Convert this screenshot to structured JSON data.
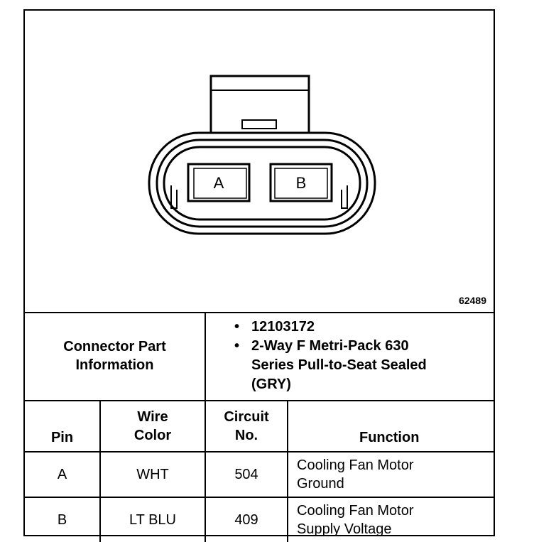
{
  "figure_number": "62489",
  "connector": {
    "pin_labels": [
      "A",
      "B"
    ]
  },
  "part_info": {
    "label": "Connector Part Information",
    "items": [
      "12103172",
      "2-Way F Metri-Pack 630 Series Pull-to-Seat Sealed (GRY)"
    ]
  },
  "table": {
    "headers": {
      "pin": "Pin",
      "wire_color": "Wire Color",
      "circuit_no": "Circuit No.",
      "function": "Function"
    },
    "rows": [
      {
        "pin": "A",
        "wire_color": "WHT",
        "circuit_no": "504",
        "function": "Cooling Fan Motor Ground"
      },
      {
        "pin": "B",
        "wire_color": "LT BLU",
        "circuit_no": "409",
        "function": "Cooling Fan Motor Supply Voltage"
      }
    ]
  }
}
